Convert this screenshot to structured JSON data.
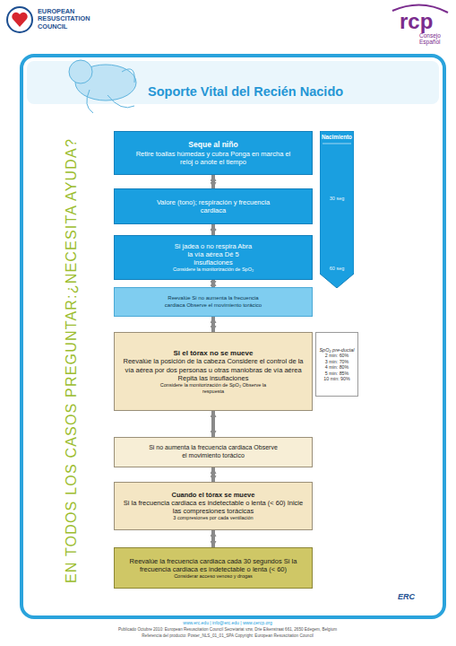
{
  "diagram": {
    "title": "Soporte Vital del Recién Nacido",
    "nodes": [
      {
        "text": [
          "Seque al niño",
          "Retire toallas húmedas y cubra Ponga en marcha el reloj o anote el tiempo"
        ]
      },
      {
        "text": [
          "Valore (tono); respiración y frecuencia cardiaca"
        ]
      },
      {
        "text": [
          "Si jadea o no respira Abra la vía aérea Dé 5 insuflaciones",
          "Considere la monitorización de SpO₂"
        ]
      },
      {
        "text": [
          "Reevalúe Si no aumenta la frecuencia cardiaca Observe el movimiento torácico"
        ]
      },
      {
        "text": [
          "Si el tórax no se mueve",
          "Reevalúe la posición de la cabeza Considere el control de la vía aérea por dos personas u otras maniobras de vía aérea Repita las insuflaciones",
          "Considere la monitorización de SpO₂ Observe la respuesta"
        ]
      },
      {
        "text": [
          "Si no aumenta la frecuencia cardiaca Observe el movimiento torácico"
        ]
      },
      {
        "text": [
          "Cuando el tórax se mueve",
          "Si la frecuencia cardiaca es indetectable o lenta (< 60) Inicie las compresiones torácicas",
          "3 compresiones por cada ventilación"
        ]
      },
      {
        "text": [
          "Reevalúe la frecuencia cardiaca cada 30 segundos Si la frecuencia cardiaca es indetectable o lenta (< 60)",
          "Considerar acceso venoso y drogas"
        ]
      },
      {
        "text": [
          "Nacimiento",
          "30 seg",
          "60 seg"
        ]
      },
      {
        "text": [
          "SpO₂ pre-ductal",
          "2 min: 60%",
          "3 min: 70%",
          "4 min: 80%",
          "5 min: 85%",
          "10 min: 90%"
        ]
      }
    ],
    "edges": [
      {
        "from": 0,
        "to": 1,
        "arrow": "both"
      },
      {
        "from": 1,
        "to": 2,
        "arrow": "both"
      },
      {
        "from": 2,
        "to": 3,
        "arrow": "both"
      },
      {
        "from": 3,
        "to": 4,
        "arrow": "both"
      },
      {
        "from": 4,
        "to": 5,
        "arrow": "both"
      },
      {
        "from": 5,
        "to": 6,
        "arrow": "both"
      },
      {
        "from": 6,
        "to": 7,
        "arrow": "both"
      }
    ],
    "labels": [
      "EUROPEAN RESUSCITATION COUNCIL",
      "rcp",
      "Consejo Español",
      "EN TODOS LOS CASOS PREGUNTAR:¿NECESITA AYUDA?",
      "www.erc.edu | info@erc.edu | www.cercp.org",
      "Publicado Octubre 2010: European Resuscitation Council Secretariat vzw, Drie Eikenstraat 661, 2650 Edegem, Belgium",
      "Referencia del producto: Poster_NLS_01_01_SPA Copyright: European Resuscitation Council",
      "ERC"
    ]
  }
}
